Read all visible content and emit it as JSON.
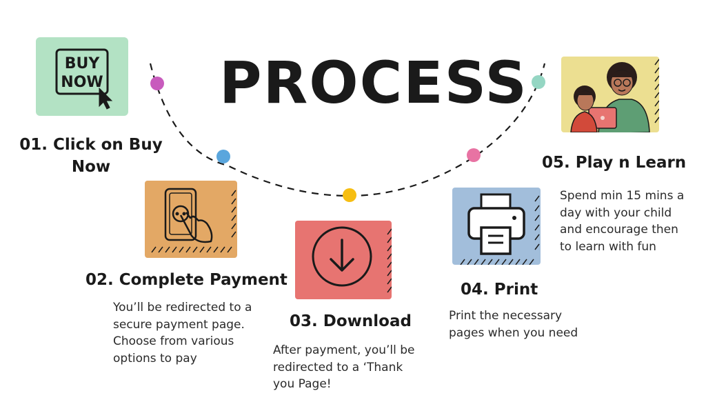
{
  "title": "PROCESS",
  "colors": {
    "step1": "#b3e2c4",
    "step2": "#e3a865",
    "step3": "#e77471",
    "step4": "#a2bedb",
    "step5": "#ecdf91",
    "dot1": "#c85bbd",
    "dot2": "#5aa6dd",
    "dot3": "#f6be12",
    "dot4": "#e873a3",
    "dot5": "#95d6c3"
  },
  "steps": [
    {
      "title": "01. Click on Buy Now",
      "icon": "buy-now-icon",
      "icon_text": [
        "BUY",
        "NOW"
      ]
    },
    {
      "title": "02. Complete Payment",
      "icon": "touch-phone-icon",
      "desc": "You’ll be redirected to a\nsecure payment page.\nChoose from various\noptions to pay"
    },
    {
      "title": "03. Download",
      "icon": "download-icon",
      "desc": "After payment, you’ll be\nredirected to a ‘Thank\nyou Page!"
    },
    {
      "title": "04. Print",
      "icon": "printer-icon",
      "desc": "Print the necessary\npages when you need"
    },
    {
      "title": "05. Play n Learn",
      "icon": "parent-child-illustration",
      "desc": "Spend min 15 mins a\nday with your child\nand encourage then\nto learn with fun"
    }
  ]
}
